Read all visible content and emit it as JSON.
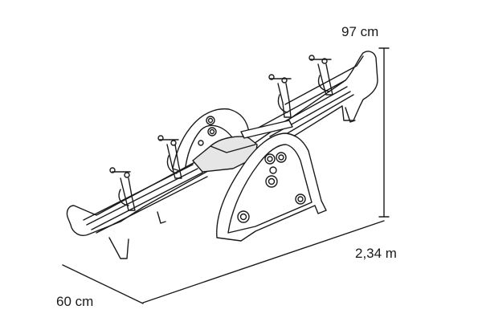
{
  "dimensions": {
    "height": "97 cm",
    "length": "2,34 m",
    "width": "60 cm"
  },
  "colors": {
    "line": "#1a1a1a",
    "fill": "#ffffff",
    "shade": "#e6e6e6"
  }
}
